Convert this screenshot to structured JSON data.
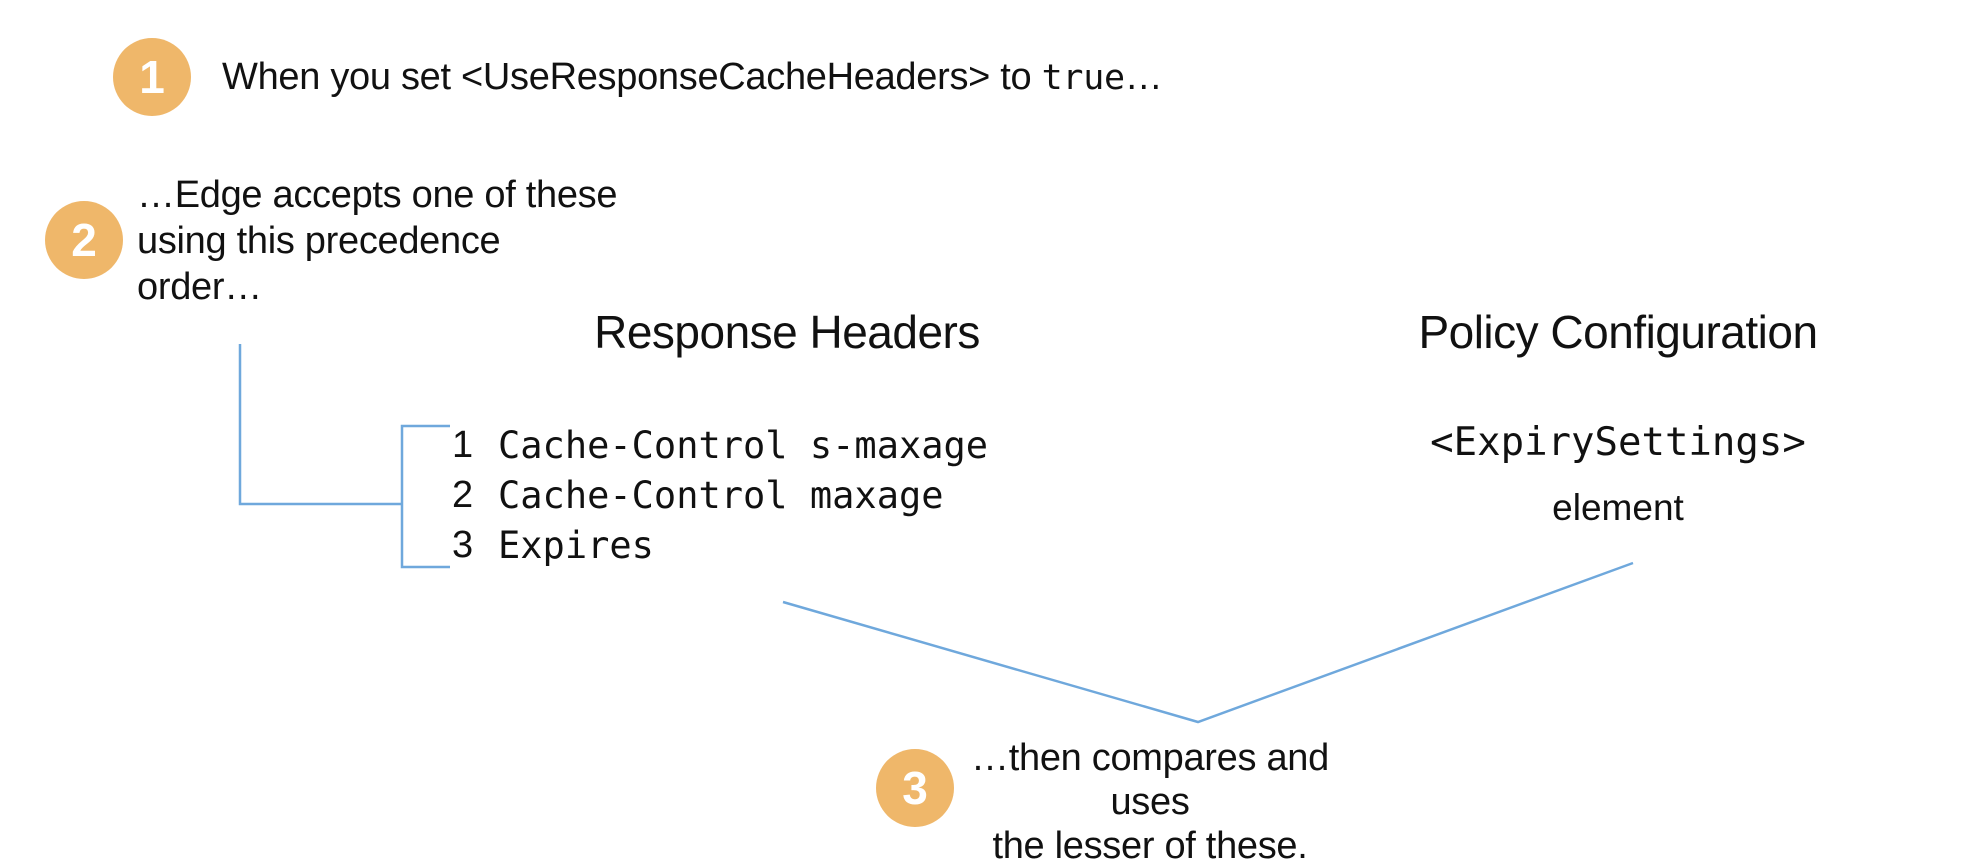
{
  "colors": {
    "accent_orange": "#EFB76A",
    "line_blue": "#6FA8DC",
    "text": "#111111"
  },
  "steps": [
    {
      "number": "1",
      "prefix": "When you set <UseResponseCacheHeaders> to ",
      "code": "true",
      "suffix": "…"
    },
    {
      "number": "2",
      "lines": [
        "…Edge accepts one of these",
        "using this precedence",
        "order…"
      ]
    },
    {
      "number": "3",
      "lines": [
        "…then compares and uses",
        "the lesser of these."
      ]
    }
  ],
  "response_headers": {
    "title": "Response Headers",
    "items": [
      {
        "rank": "1",
        "name": "Cache-Control s-maxage"
      },
      {
        "rank": "2",
        "name": "Cache-Control maxage"
      },
      {
        "rank": "3",
        "name": "Expires"
      }
    ]
  },
  "policy_configuration": {
    "title": "Policy Configuration",
    "code": "<ExpirySettings>",
    "caption": "element"
  }
}
